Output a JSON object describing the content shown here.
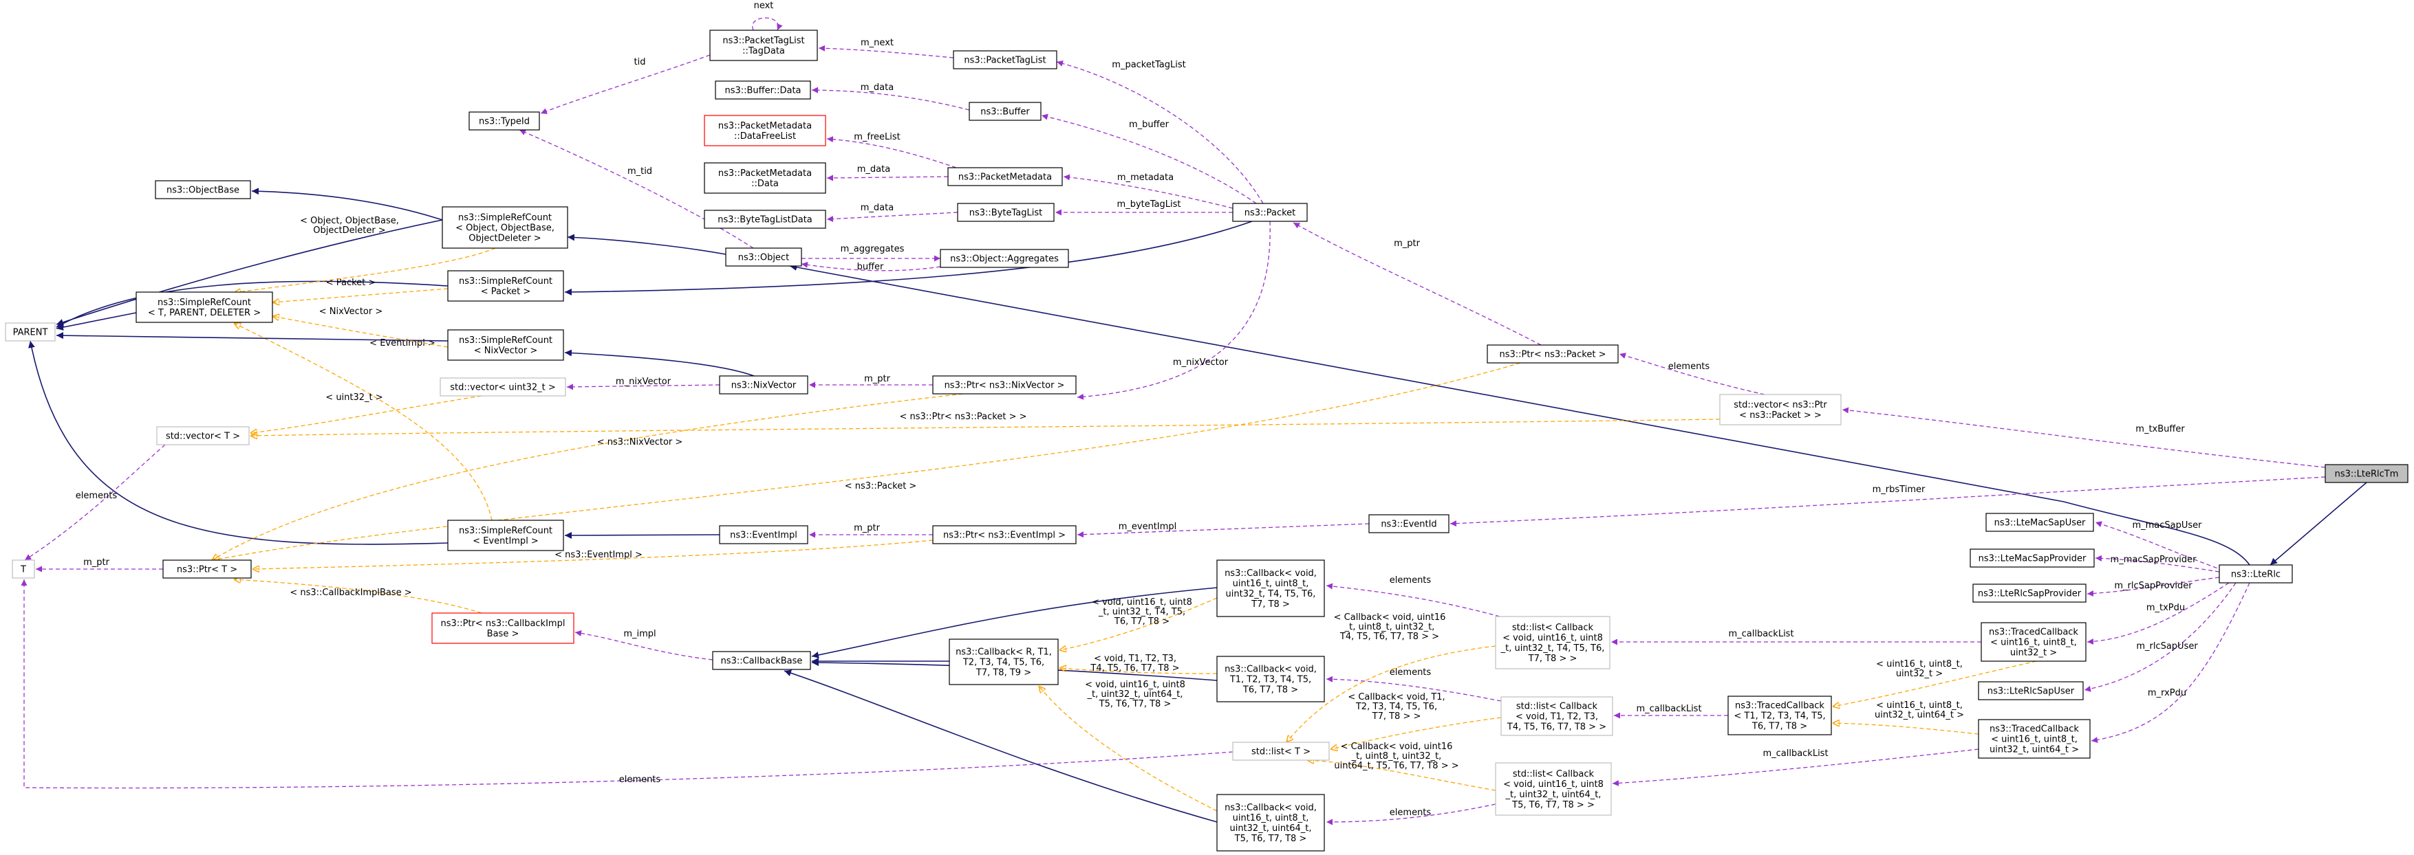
{
  "diagram": {
    "colors": {
      "inherit": "#191970",
      "member": "#9a32cd",
      "template": "#ffa500",
      "node_border": "#000000",
      "grey_border": "#bfbfbf",
      "red_border": "#ff0000",
      "highlight_fill": "#bfbfbf"
    },
    "nodes": {
      "lterlctm": {
        "lines": [
          "ns3::LteRlcTm"
        ],
        "style": "highlight"
      },
      "lterlc": {
        "lines": [
          "ns3::LteRlc"
        ]
      },
      "ltemacsapuser": {
        "lines": [
          "ns3::LteMacSapUser"
        ]
      },
      "ltemacsapprovider": {
        "lines": [
          "ns3::LteMacSapProvider"
        ]
      },
      "lterlcsapprovider": {
        "lines": [
          "ns3::LteRlcSapProvider"
        ]
      },
      "lterlcsapuser": {
        "lines": [
          "ns3::LteRlcSapUser"
        ]
      },
      "tracedcb_a": {
        "lines": [
          "ns3::TracedCallback",
          "< uint16_t, uint8_t,",
          "uint32_t >"
        ]
      },
      "tracedcb_b": {
        "lines": [
          "ns3::TracedCallback",
          "< T1, T2, T3, T4, T5,",
          "T6, T7, T8 >"
        ]
      },
      "tracedcb_c": {
        "lines": [
          "ns3::TracedCallback",
          "< uint16_t, uint8_t,",
          "uint32_t, uint64_t >"
        ]
      },
      "stdlist_a": {
        "lines": [
          "std::list< Callback",
          "< void, uint16_t, uint8",
          "_t, uint32_t, T4, T5, T6,",
          "T7, T8 > >"
        ],
        "style": "grey"
      },
      "stdlist_b": {
        "lines": [
          "std::list< Callback",
          "< void, T1, T2, T3,",
          "T4, T5, T6, T7, T8 > >"
        ],
        "style": "grey"
      },
      "stdlist_c": {
        "lines": [
          "std::list< Callback",
          "< void, uint16_t, uint8",
          "_t, uint32_t, uint64_t,",
          "T5, T6, T7, T8 > >"
        ],
        "style": "grey"
      },
      "stdlist_t": {
        "lines": [
          "std::list< T >"
        ],
        "style": "grey"
      },
      "cb_a": {
        "lines": [
          "ns3::Callback< void,",
          "uint16_t, uint8_t,",
          "uint32_t, T4, T5, T6,",
          "T7, T8 >"
        ]
      },
      "cb_b": {
        "lines": [
          "ns3::Callback< void,",
          "T1, T2, T3, T4, T5,",
          "T6, T7, T8 >"
        ]
      },
      "cb_c": {
        "lines": [
          "ns3::Callback< void,",
          "uint16_t, uint8_t,",
          "uint32_t, uint64_t,",
          "T5, T6, T7, T8 >"
        ]
      },
      "cb_r": {
        "lines": [
          "ns3::Callback< R, T1,",
          "T2, T3, T4, T5, T6,",
          "T7, T8, T9 >"
        ]
      },
      "callbackbase": {
        "lines": [
          "ns3::CallbackBase"
        ]
      },
      "ptr_cbimpl": {
        "lines": [
          "ns3::Ptr< ns3::CallbackImpl",
          "Base >"
        ],
        "style": "red"
      },
      "eventid": {
        "lines": [
          "ns3::EventId"
        ]
      },
      "ptr_eventimpl": {
        "lines": [
          "ns3::Ptr< ns3::EventImpl >"
        ]
      },
      "eventimpl": {
        "lines": [
          "ns3::EventImpl"
        ]
      },
      "src_eventimpl": {
        "lines": [
          "ns3::SimpleRefCount",
          "< EventImpl >"
        ]
      },
      "ptr_t": {
        "lines": [
          "ns3::Ptr< T >"
        ]
      },
      "t": {
        "lines": [
          "T"
        ],
        "style": "grey"
      },
      "stdvector_t": {
        "lines": [
          "std::vector< T >"
        ],
        "style": "grey"
      },
      "parent": {
        "lines": [
          "PARENT"
        ],
        "style": "grey"
      },
      "src_tmpl": {
        "lines": [
          "ns3::SimpleRefCount",
          "< T, PARENT, DELETER >"
        ]
      },
      "objectbase": {
        "lines": [
          "ns3::ObjectBase"
        ]
      },
      "src_object": {
        "lines": [
          "ns3::SimpleRefCount",
          "< Object, ObjectBase,",
          "ObjectDeleter >"
        ]
      },
      "src_packet": {
        "lines": [
          "ns3::SimpleRefCount",
          "< Packet >"
        ]
      },
      "src_nixvector": {
        "lines": [
          "ns3::SimpleRefCount",
          "< NixVector >"
        ]
      },
      "stdvector_u32": {
        "lines": [
          "std::vector< uint32_t >"
        ],
        "style": "grey"
      },
      "nixvector": {
        "lines": [
          "ns3::NixVector"
        ]
      },
      "ptr_nixvector": {
        "lines": [
          "ns3::Ptr< ns3::NixVector >"
        ]
      },
      "object": {
        "lines": [
          "ns3::Object"
        ]
      },
      "object_aggregates": {
        "lines": [
          "ns3::Object::Aggregates"
        ]
      },
      "typeid": {
        "lines": [
          "ns3::TypeId"
        ]
      },
      "ptl_tagdata": {
        "lines": [
          "ns3::PacketTagList",
          "::TagData"
        ]
      },
      "packettaglist": {
        "lines": [
          "ns3::PacketTagList"
        ]
      },
      "buffer_data": {
        "lines": [
          "ns3::Buffer::Data"
        ]
      },
      "buffer": {
        "lines": [
          "ns3::Buffer"
        ]
      },
      "pm_datafreelist": {
        "lines": [
          "ns3::PacketMetadata",
          "::DataFreeList"
        ],
        "style": "red"
      },
      "pm_data": {
        "lines": [
          "ns3::PacketMetadata",
          "::Data"
        ]
      },
      "packetmetadata": {
        "lines": [
          "ns3::PacketMetadata"
        ]
      },
      "bytetaglistdata": {
        "lines": [
          "ns3::ByteTagListData"
        ]
      },
      "bytetaglist": {
        "lines": [
          "ns3::ByteTagList"
        ]
      },
      "packet": {
        "lines": [
          "ns3::Packet"
        ]
      },
      "ptr_packet": {
        "lines": [
          "ns3::Ptr< ns3::Packet >"
        ]
      },
      "stdvector_ptrpacket": {
        "lines": [
          "std::vector< ns3::Ptr",
          "< ns3::Packet > >"
        ],
        "style": "grey"
      }
    },
    "edges": [
      {
        "id": "e_rlc_rlctm",
        "kind": "inherit",
        "label": []
      },
      {
        "id": "e_object_rlc",
        "kind": "inherit",
        "label": []
      },
      {
        "id": "e_macsapuser",
        "kind": "member",
        "label": [
          "m_macSapUser"
        ]
      },
      {
        "id": "e_macsapprovider",
        "kind": "member",
        "label": [
          "m_macSapProvider"
        ]
      },
      {
        "id": "e_rlcsapprovider",
        "kind": "member",
        "label": [
          "m_rlcSapProvider"
        ]
      },
      {
        "id": "e_txpdu",
        "kind": "member",
        "label": [
          "m_txPdu"
        ]
      },
      {
        "id": "e_rlcsapuser",
        "kind": "member",
        "label": [
          "m_rlcSapUser"
        ]
      },
      {
        "id": "e_rxpdu",
        "kind": "member",
        "label": [
          "m_rxPdu"
        ]
      },
      {
        "id": "e_txbuffer",
        "kind": "member",
        "label": [
          "m_txBuffer"
        ]
      },
      {
        "id": "e_rbstimer",
        "kind": "member",
        "label": [
          "m_rbsTimer"
        ]
      },
      {
        "id": "e_cblist_a",
        "kind": "member",
        "label": [
          "m_callbackList"
        ]
      },
      {
        "id": "e_cblist_b",
        "kind": "member",
        "label": [
          "m_callbackList"
        ]
      },
      {
        "id": "e_cblist_c",
        "kind": "member",
        "label": [
          "m_callbackList"
        ]
      },
      {
        "id": "e_tcb_a",
        "kind": "template",
        "label": [
          "< uint16_t, uint8_t,",
          "uint32_t >"
        ]
      },
      {
        "id": "e_tcb_c",
        "kind": "template",
        "label": [
          "< uint16_t, uint8_t,",
          "uint32_t, uint64_t >"
        ]
      },
      {
        "id": "e_elem_a",
        "kind": "member",
        "label": [
          "elements"
        ]
      },
      {
        "id": "e_elem_b",
        "kind": "member",
        "label": [
          "elements"
        ]
      },
      {
        "id": "e_elem_c",
        "kind": "member",
        "label": [
          "elements"
        ]
      },
      {
        "id": "e_tlist_a",
        "kind": "template",
        "label": [
          "< Callback< void, uint16",
          "_t, uint8_t, uint32_t,",
          "T4, T5, T6, T7, T8 > >"
        ]
      },
      {
        "id": "e_tlist_b",
        "kind": "template",
        "label": [
          "< Callback< void, T1,",
          "T2, T3, T4, T5, T6,",
          "T7, T8 > >"
        ]
      },
      {
        "id": "e_tlist_c",
        "kind": "template",
        "label": [
          "< Callback< void, uint16",
          "_t, uint8_t, uint32_t,",
          "uint64_t, T5, T6, T7, T8 > >"
        ]
      },
      {
        "id": "e_elem_t",
        "kind": "member",
        "label": [
          "elements"
        ]
      },
      {
        "id": "e_cbbase_a",
        "kind": "inherit",
        "label": []
      },
      {
        "id": "e_cbbase_b",
        "kind": "inherit",
        "label": []
      },
      {
        "id": "e_cbbase_c",
        "kind": "inherit",
        "label": []
      },
      {
        "id": "e_cbbase_r",
        "kind": "inherit",
        "label": []
      },
      {
        "id": "e_tcb_ra",
        "kind": "template",
        "label": [
          "< void, uint16_t, uint8",
          "_t, uint32_t, T4, T5,",
          "T6, T7, T8 >"
        ]
      },
      {
        "id": "e_tcb_rb",
        "kind": "template",
        "label": [
          "< void, T1, T2, T3,",
          "T4, T5, T6, T7, T8 >"
        ]
      },
      {
        "id": "e_tcb_rc",
        "kind": "template",
        "label": [
          "< void, uint16_t, uint8",
          "_t, uint32_t, uint64_t,",
          "T5, T6, T7, T8 >"
        ]
      },
      {
        "id": "e_impl",
        "kind": "member",
        "label": [
          "m_impl"
        ]
      },
      {
        "id": "e_cbimplbase",
        "kind": "template",
        "label": [
          "< ns3::CallbackImplBase >"
        ]
      },
      {
        "id": "e_eventimpl_m",
        "kind": "member",
        "label": [
          "m_eventImpl"
        ]
      },
      {
        "id": "e_ptr_ei",
        "kind": "member",
        "label": [
          "m_ptr"
        ]
      },
      {
        "id": "e_src_ei",
        "kind": "inherit",
        "label": []
      },
      {
        "id": "e_src_ei_parent",
        "kind": "inherit",
        "label": []
      },
      {
        "id": "e_tmpl_ei",
        "kind": "template",
        "label": [
          "< EventImpl >"
        ]
      },
      {
        "id": "e_tmpl_ptr_ei",
        "kind": "template",
        "label": [
          "< ns3::EventImpl >"
        ]
      },
      {
        "id": "e_ptr_t",
        "kind": "member",
        "label": [
          "m_ptr"
        ]
      },
      {
        "id": "e_elem_vt",
        "kind": "member",
        "label": [
          "elements"
        ]
      },
      {
        "id": "e_tmpl_ptr_packet",
        "kind": "template",
        "label": [
          "< ns3::Packet >"
        ]
      },
      {
        "id": "e_tmpl_ptr_nix",
        "kind": "template",
        "label": [
          "< ns3::NixVector >"
        ]
      },
      {
        "id": "e_tmpl_vec_u32",
        "kind": "template",
        "label": [
          "< uint32_t >"
        ]
      },
      {
        "id": "e_tmpl_vec_ptrpacket",
        "kind": "template",
        "label": [
          "< ns3::Ptr< ns3::Packet > >"
        ]
      },
      {
        "id": "e_elements_ptrpacket",
        "kind": "member",
        "label": [
          "elements"
        ]
      },
      {
        "id": "e_mptr_packet",
        "kind": "member",
        "label": [
          "m_ptr"
        ]
      },
      {
        "id": "e_mnixvector",
        "kind": "member",
        "label": [
          "m_nixVector"
        ]
      },
      {
        "id": "e_mptr_nix",
        "kind": "member",
        "label": [
          "m_ptr"
        ]
      },
      {
        "id": "e_nixvector_m",
        "kind": "member",
        "label": [
          "m_nixVector"
        ]
      },
      {
        "id": "e_src_nix",
        "kind": "inherit",
        "label": []
      },
      {
        "id": "e_src_nix_parent",
        "kind": "inherit",
        "label": []
      },
      {
        "id": "e_tmpl_nix",
        "kind": "template",
        "label": [
          "< NixVector >"
        ]
      },
      {
        "id": "e_src_tmpl_parent",
        "kind": "inherit",
        "label": []
      },
      {
        "id": "e_src_packet_parent",
        "kind": "inherit",
        "label": []
      },
      {
        "id": "e_tmpl_packet",
        "kind": "template",
        "label": [
          "< Packet >"
        ]
      },
      {
        "id": "e_src_object_parent",
        "kind": "inherit",
        "label": []
      },
      {
        "id": "e_tmpl_object",
        "kind": "template",
        "label": [
          "< Object, ObjectBase,",
          "ObjectDeleter >"
        ]
      },
      {
        "id": "e_objectbase_src",
        "kind": "inherit",
        "label": []
      },
      {
        "id": "e_src_object_obj",
        "kind": "inherit",
        "label": []
      },
      {
        "id": "e_src_packet_pkt",
        "kind": "inherit",
        "label": []
      },
      {
        "id": "e_object_ptr",
        "kind": "inherit",
        "label": []
      },
      {
        "id": "e_aggregates",
        "kind": "member",
        "label": [
          "m_aggregates"
        ]
      },
      {
        "id": "e_buffer_agg",
        "kind": "member",
        "label": [
          "buffer"
        ]
      },
      {
        "id": "e_tid",
        "kind": "member",
        "label": [
          "m_tid"
        ]
      },
      {
        "id": "e_tid_tag",
        "kind": "member",
        "label": [
          "tid"
        ]
      },
      {
        "id": "e_next_self",
        "kind": "member",
        "label": [
          "next"
        ]
      },
      {
        "id": "e_mnext",
        "kind": "member",
        "label": [
          "m_next"
        ]
      },
      {
        "id": "e_ptl",
        "kind": "member",
        "label": [
          "m_packetTagList"
        ]
      },
      {
        "id": "e_buffer_data",
        "kind": "member",
        "label": [
          "m_data"
        ]
      },
      {
        "id": "e_mbuffer",
        "kind": "member",
        "label": [
          "m_buffer"
        ]
      },
      {
        "id": "e_freelist",
        "kind": "member",
        "label": [
          "m_freeList"
        ]
      },
      {
        "id": "e_pm_data",
        "kind": "member",
        "label": [
          "m_data"
        ]
      },
      {
        "id": "e_metadata",
        "kind": "member",
        "label": [
          "m_metadata"
        ]
      },
      {
        "id": "e_btl_data",
        "kind": "member",
        "label": [
          "m_data"
        ]
      },
      {
        "id": "e_btl",
        "kind": "member",
        "label": [
          "m_byteTagList"
        ]
      }
    ]
  }
}
